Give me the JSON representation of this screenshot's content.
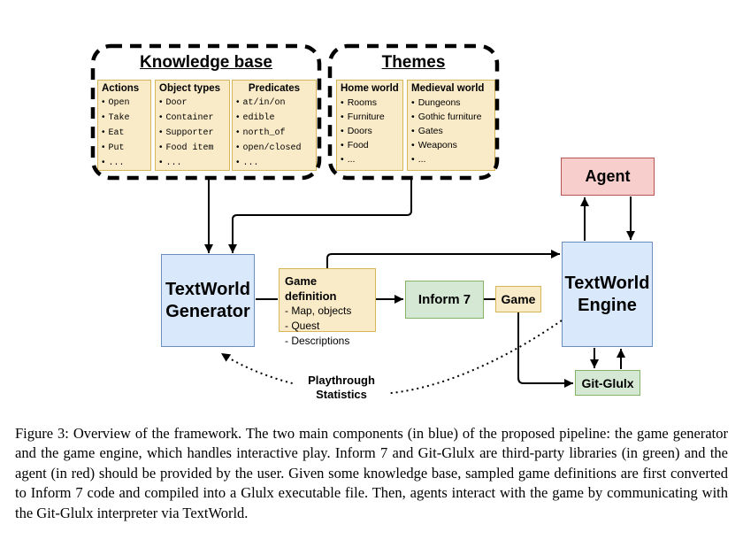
{
  "figure_caption": "Figure 3: Overview of the framework. The two main components (in blue) of the proposed pipeline: the game generator and the game engine, which handles interactive play. Inform 7 and Git-Glulx are third-party libraries (in green) and the agent (in red) should be provided by the user. Given some knowledge base, sampled game definitions are first converted to Inform 7 code and compiled into a Glulx executable file. Then, agents interact with the game by communicating with the Git-Glulx interpreter via TextWorld.",
  "knowledge_base": {
    "title": "Knowledge base",
    "columns": [
      {
        "header": "Actions",
        "items": [
          "Open",
          "Take",
          "Eat",
          "Put",
          "..."
        ]
      },
      {
        "header": "Object types",
        "items": [
          "Door",
          "Container",
          "Supporter",
          "Food item",
          "..."
        ]
      },
      {
        "header": "Predicates",
        "items": [
          "at/in/on",
          "edible",
          "north_of",
          "open/closed",
          "..."
        ]
      }
    ]
  },
  "themes": {
    "title": "Themes",
    "columns": [
      {
        "header": "Home world",
        "items": [
          "Rooms",
          "Furniture",
          "Doors",
          "Food",
          "..."
        ]
      },
      {
        "header": "Medieval world",
        "items": [
          "Dungeons",
          "Gothic furniture",
          "Gates",
          "Weapons",
          "..."
        ]
      }
    ]
  },
  "nodes": {
    "generator": {
      "label": "TextWorld Generator"
    },
    "game_definition": {
      "title": "Game definition",
      "items": [
        "- Map, objects",
        "- Quest",
        "- Descriptions"
      ]
    },
    "inform7": {
      "label": "Inform 7"
    },
    "game": {
      "label": "Game"
    },
    "engine": {
      "label": "TextWorld Engine"
    },
    "agent": {
      "label": "Agent"
    },
    "git_glulx": {
      "label": "Git-Glulx"
    }
  },
  "edges": {
    "playthrough_label": "Playthrough Statistics"
  },
  "colors": {
    "blue_fill": "#DAE8FC",
    "blue_border": "#6C8EBF",
    "green_fill": "#D5E8D4",
    "green_border": "#82B366",
    "red_fill": "#F8CECC",
    "red_border": "#B85450",
    "yellow_fill": "#FAEBC8",
    "yellow_border": "#D6B656",
    "line": "#000000"
  }
}
